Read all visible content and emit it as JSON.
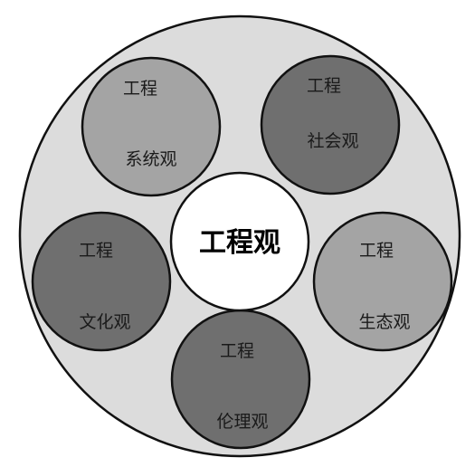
{
  "diagram": {
    "center": {
      "label": "工程观"
    },
    "nodes": [
      {
        "key": "system",
        "line1": "工程",
        "line2": "系统观",
        "fill": "#a4a4a4"
      },
      {
        "key": "social",
        "line1": "工程",
        "line2": "社会观",
        "fill": "#6f6f6f"
      },
      {
        "key": "culture",
        "line1": "工程",
        "line2": "文化观",
        "fill": "#6f6f6f"
      },
      {
        "key": "ecology",
        "line1": "工程",
        "line2": "生态观",
        "fill": "#a4a4a4"
      },
      {
        "key": "ethics",
        "line1": "工程",
        "line2": "伦理观",
        "fill": "#6f6f6f"
      }
    ],
    "colors": {
      "outer_fill": "#dcdcdc",
      "outer_stroke": "#111111",
      "center_fill": "#ffffff",
      "text": "#1a1a1a"
    }
  }
}
